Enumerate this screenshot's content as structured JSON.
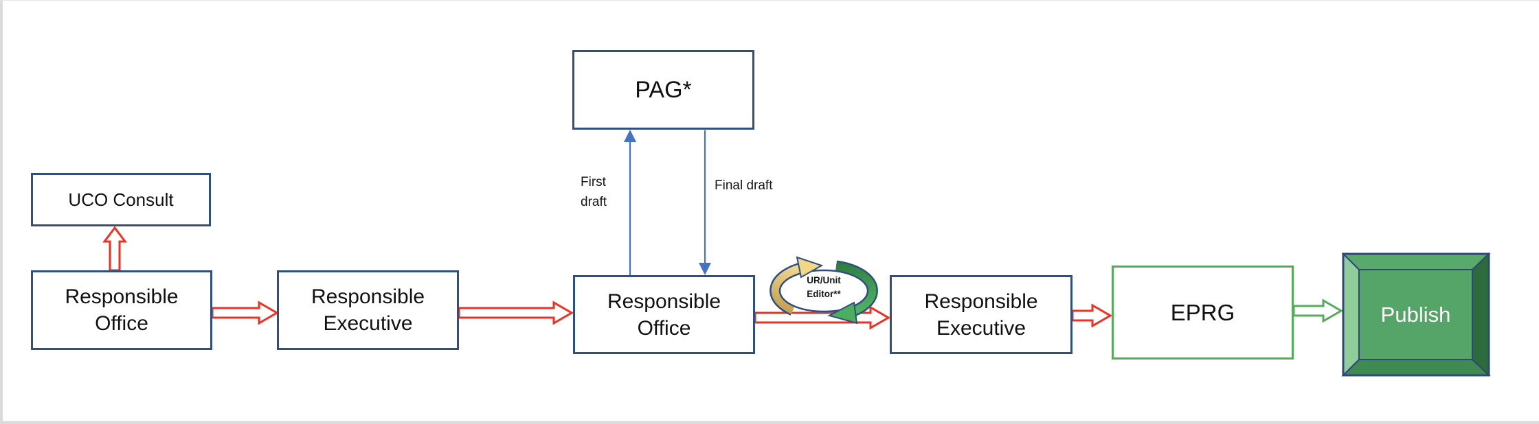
{
  "diagram": {
    "boxes": {
      "uco_consult": {
        "label": "UCO Consult"
      },
      "responsible_office_1": {
        "label": "Responsible\nOffice"
      },
      "responsible_executive_1": {
        "label": "Responsible\nExecutive"
      },
      "pag": {
        "label": "PAG*"
      },
      "responsible_office_2": {
        "label": "Responsible\nOffice"
      },
      "responsible_executive_2": {
        "label": "Responsible\nExecutive"
      },
      "eprg": {
        "label": "EPRG"
      },
      "publish": {
        "label": "Publish"
      }
    },
    "labels": {
      "first_draft": "First\ndraft",
      "final_draft": "Final draft",
      "cycle_editor": "UR/Unit\nEditor**"
    },
    "colors": {
      "box_border_navy": "#2F4E82",
      "red_arrow": "#EF3123",
      "blue_connector": "#4472C4",
      "green_accent": "#56AA5C",
      "publish_face_green": "#54A567"
    }
  }
}
